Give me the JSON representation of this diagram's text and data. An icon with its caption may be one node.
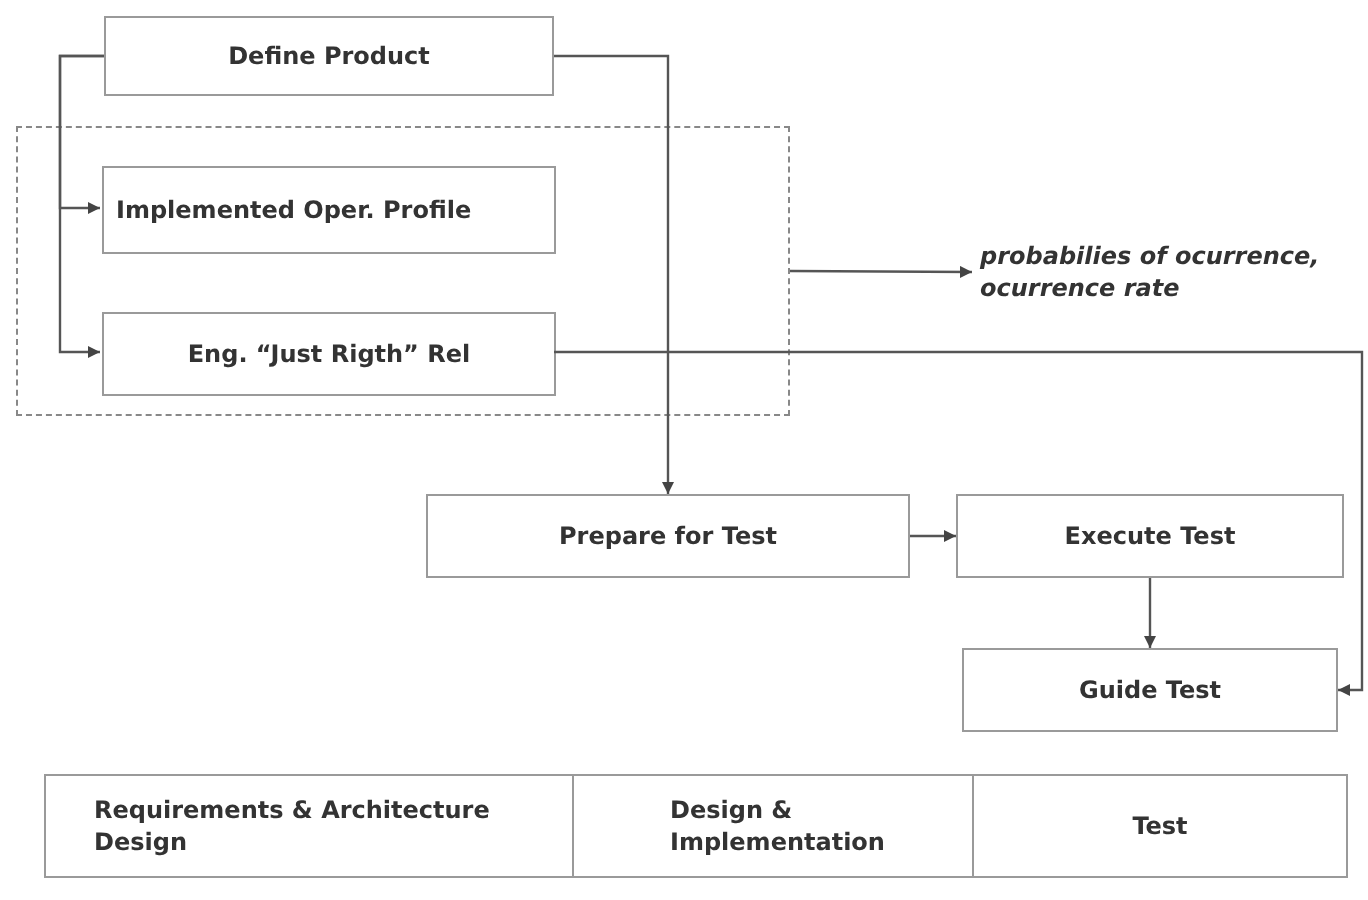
{
  "diagram": {
    "nodes": [
      {
        "text": [
          "Define Product"
        ]
      },
      {
        "text": [],
        "shape": "box"
      },
      {
        "text": [
          "Implemented Oper. Profile"
        ],
        "in": 1
      },
      {
        "text": [
          "Eng. “Just Rigth” Rel"
        ],
        "in": 1
      },
      {
        "text": [
          "probabilies of ocurrence, ocurrence rate"
        ]
      },
      {
        "text": [
          "Prepare for Test"
        ]
      },
      {
        "text": [
          "Execute Test"
        ]
      },
      {
        "text": [
          "Guide Test"
        ]
      },
      {
        "text": [
          "Requirements & Architecture Design"
        ]
      },
      {
        "text": [
          "Design & Implementation"
        ]
      },
      {
        "text": [
          "Test"
        ]
      }
    ],
    "edges": [
      {
        "from": 0,
        "to": 2,
        "arrow": "to"
      },
      {
        "from": 0,
        "to": 3,
        "arrow": "to"
      },
      {
        "from": 0,
        "to": 5,
        "arrow": "to"
      },
      {
        "from": 1,
        "to": 4,
        "arrow": "to"
      },
      {
        "from": 3,
        "to": 7,
        "arrow": "to"
      },
      {
        "from": 5,
        "to": 6,
        "arrow": "to"
      },
      {
        "from": 6,
        "to": 7,
        "arrow": "to"
      }
    ]
  }
}
